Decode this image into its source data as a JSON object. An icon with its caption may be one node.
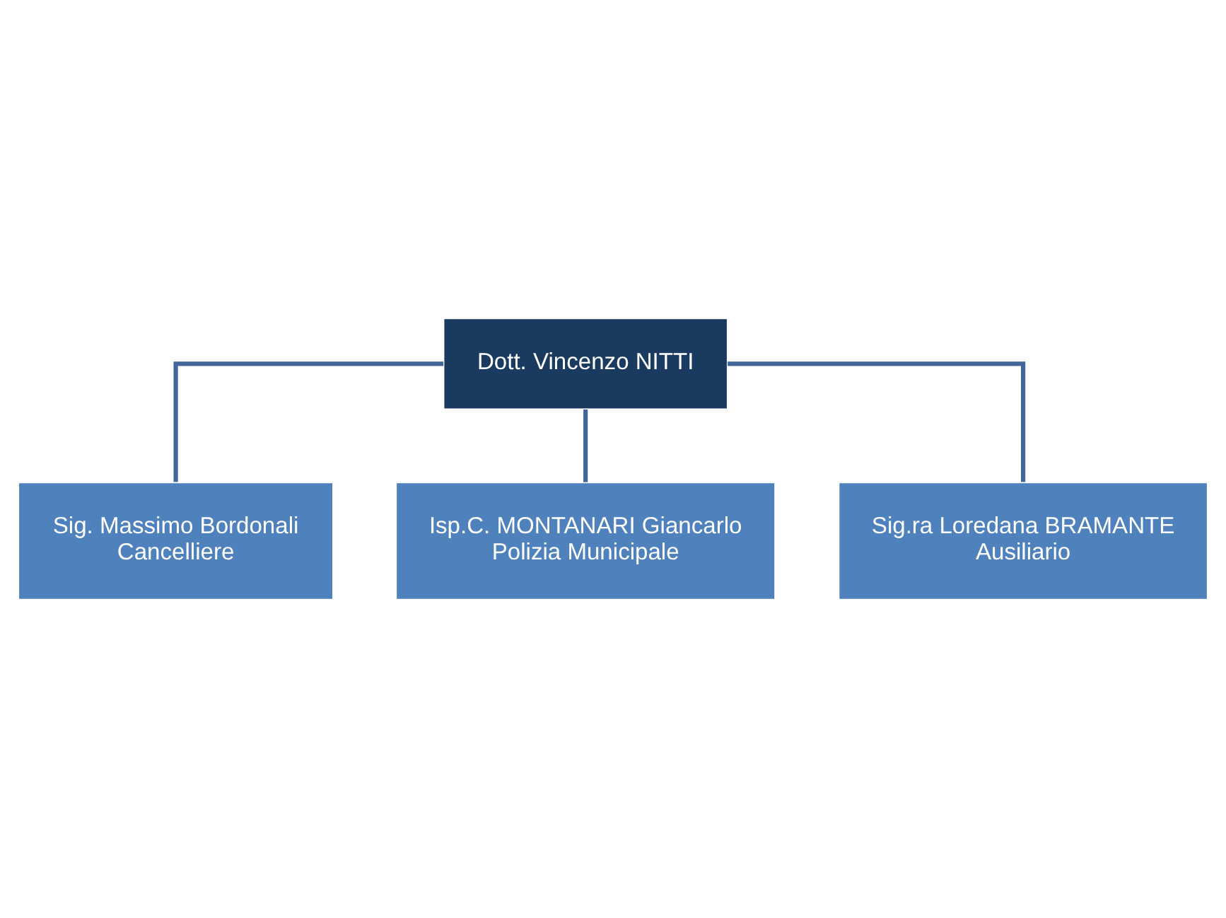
{
  "diagram": {
    "nodes": [
      {
        "text": [
          "Dott. Vincenzo NITTI"
        ]
      },
      {
        "text": [
          "Sig. Massimo Bordonali",
          "Cancelliere"
        ]
      },
      {
        "text": [
          "Isp.C. MONTANARI Giancarlo",
          "Polizia Municipale"
        ]
      },
      {
        "text": [
          "Sig.ra Loredana BRAMANTE",
          "Ausiliario"
        ]
      }
    ],
    "edges": [
      {
        "from": 0,
        "to": 1,
        "arrow": "none"
      },
      {
        "from": 0,
        "to": 2,
        "arrow": "none"
      },
      {
        "from": 0,
        "to": 3,
        "arrow": "none"
      }
    ]
  }
}
